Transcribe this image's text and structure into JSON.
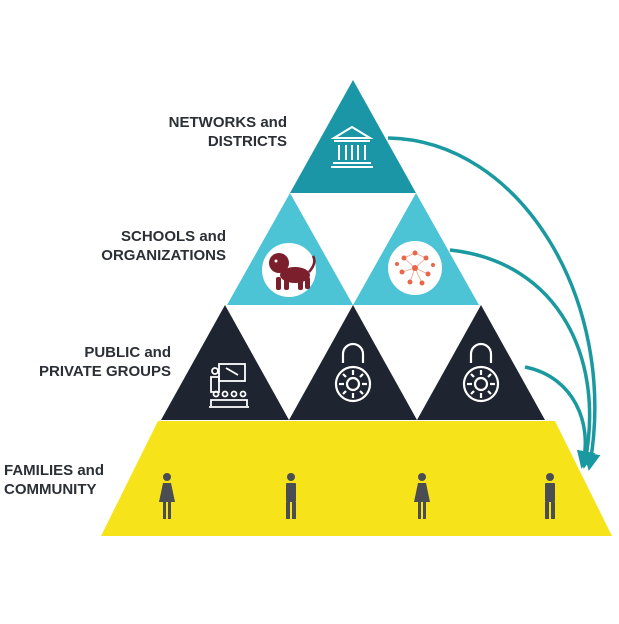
{
  "tiers": {
    "networks": {
      "line1": "NETWORKS and",
      "line2": "DISTRICTS"
    },
    "schools": {
      "line1": "SCHOOLS and",
      "line2": "ORGANIZATIONS"
    },
    "public": {
      "line1": "PUBLIC and",
      "line2": "PRIVATE GROUPS"
    },
    "families": {
      "line1": "FAMILIES and",
      "line2": "COMMUNITY"
    }
  },
  "icons": {
    "networks": [
      "building-icon"
    ],
    "schools": [
      "lion-mascot-icon",
      "network-graph-icon"
    ],
    "public": [
      "classroom-teacher-icon",
      "padlock-icon",
      "padlock-icon"
    ],
    "families": [
      "woman-icon",
      "man-icon",
      "woman-icon",
      "man-icon"
    ]
  },
  "colors": {
    "teal_dark": "#1a96a6",
    "teal_light": "#4dc3d6",
    "navy": "#1e2531",
    "yellow": "#f6e31a",
    "arrow": "#1a9aa0",
    "person": "#4a4d52",
    "lion": "#7a1f2b"
  }
}
